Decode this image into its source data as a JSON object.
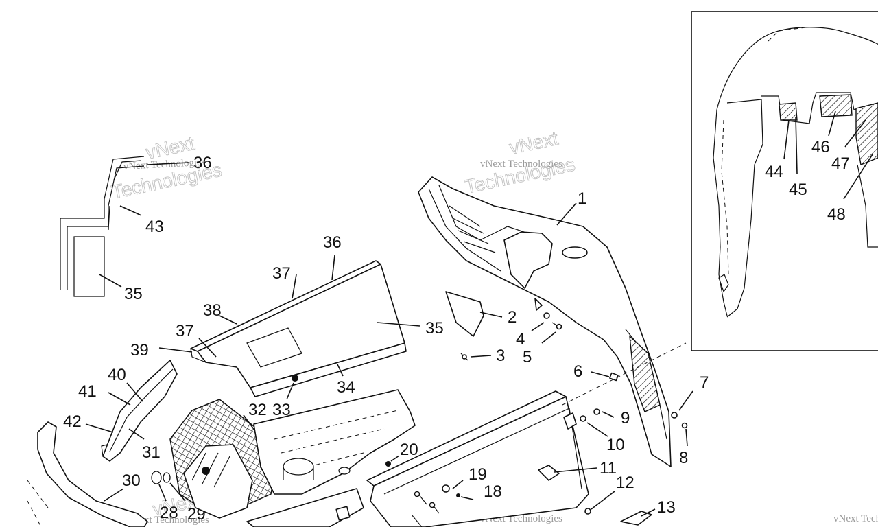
{
  "callouts": {
    "c1": "1",
    "c2": "2",
    "c3": "3",
    "c4": "4",
    "c5": "5",
    "c6": "6",
    "c7": "7",
    "c8": "8",
    "c9": "9",
    "c10": "10",
    "c11": "11",
    "c12": "12",
    "c13": "13",
    "c18": "18",
    "c19": "19",
    "c20": "20",
    "c28": "28",
    "c29": "29",
    "c30": "30",
    "c31": "31",
    "c32": "32",
    "c33": "33",
    "c34": "34",
    "c35": "35",
    "c36": "36",
    "c37": "37",
    "c38": "38",
    "c39": "39",
    "c40": "40",
    "c41": "41",
    "c42": "42",
    "c43": "43",
    "c44": "44",
    "c45": "45",
    "c46": "46",
    "c47": "47",
    "c48": "48"
  },
  "watermark": {
    "line1": "vNext Technologies",
    "big1": "vNext",
    "big2": "Technologies"
  }
}
